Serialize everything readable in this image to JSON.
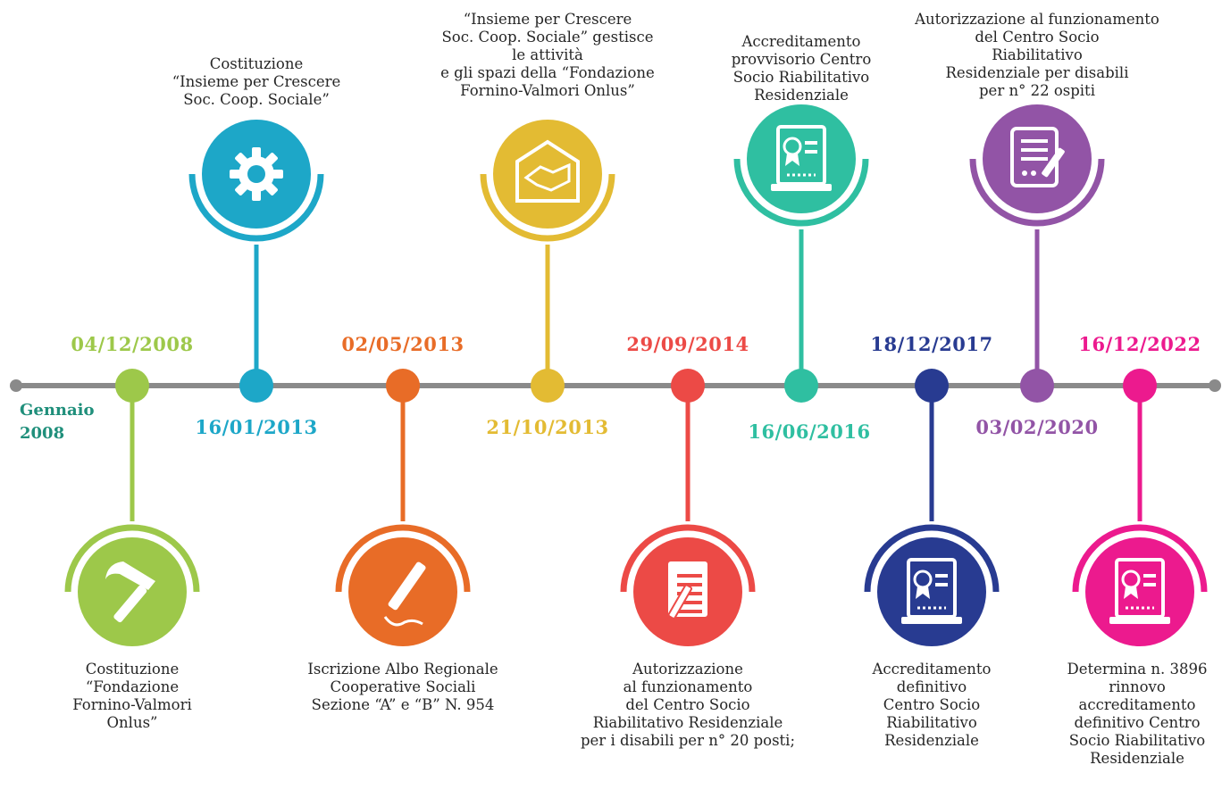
{
  "timeline": {
    "start_label": [
      "Gennaio",
      "2008"
    ],
    "events": [
      {
        "id": "e1",
        "date": "04/12/2008",
        "color": "#9dc84a",
        "side": "below",
        "icon": "hammer-icon",
        "text": [
          "Costituzione",
          "“Fondazione",
          "Fornino-Valmori",
          "Onlus”"
        ]
      },
      {
        "id": "e2",
        "date": "16/01/2013",
        "color": "#1da7c8",
        "side": "above",
        "icon": "gear-icon",
        "text": [
          "Costituzione",
          "“Insieme per Crescere",
          "Soc. Coop. Sociale”"
        ]
      },
      {
        "id": "e3",
        "date": "02/05/2013",
        "color": "#e86c27",
        "side": "below",
        "icon": "pen-icon",
        "text": [
          "Iscrizione Albo Regionale",
          "Cooperative Sociali",
          "Sezione “A” e “B” N. 954"
        ]
      },
      {
        "id": "e4",
        "date": "21/10/2013",
        "color": "#e3bb33",
        "side": "above",
        "icon": "handshake-icon",
        "text": [
          "“Insieme per Crescere",
          "Soc. Coop. Sociale” gestisce",
          "le attività",
          "e gli spazi della “Fondazione",
          "Fornino-Valmori Onlus”"
        ]
      },
      {
        "id": "e5",
        "date": "29/09/2014",
        "color": "#ec4a46",
        "side": "below",
        "icon": "document-icon",
        "text": [
          "Autorizzazione",
          "al funzionamento",
          "del Centro Socio",
          "Riabilitativo Residenziale",
          "per i disabili per n° 20 posti;"
        ]
      },
      {
        "id": "e6",
        "date": "16/06/2016",
        "color": "#2fbfa1",
        "side": "above",
        "icon": "certificate-icon",
        "text": [
          "Accreditamento",
          "provvisorio Centro",
          "Socio Riabilitativo",
          "Residenziale"
        ]
      },
      {
        "id": "e7",
        "date": "18/12/2017",
        "color": "#283b91",
        "side": "below",
        "icon": "certificate-icon",
        "text": [
          "Accreditamento",
          "definitivo",
          "Centro Socio",
          "Riabilitativo",
          "Residenziale"
        ]
      },
      {
        "id": "e8",
        "date": "03/02/2020",
        "color": "#9254a6",
        "side": "above",
        "icon": "contract-icon",
        "text": [
          "Autorizzazione al funzionamento",
          "del Centro Socio",
          "Riabilitativo",
          "Residenziale per disabili",
          "per n° 22 ospiti"
        ]
      },
      {
        "id": "e9",
        "date": "16/12/2022",
        "color": "#ec1a8e",
        "side": "below",
        "icon": "certificate-icon",
        "text": [
          "Determina n. 3896",
          "rinnovo",
          "accreditamento",
          "definitivo Centro",
          "Socio Riabilitativo",
          "Residenziale"
        ]
      }
    ]
  }
}
